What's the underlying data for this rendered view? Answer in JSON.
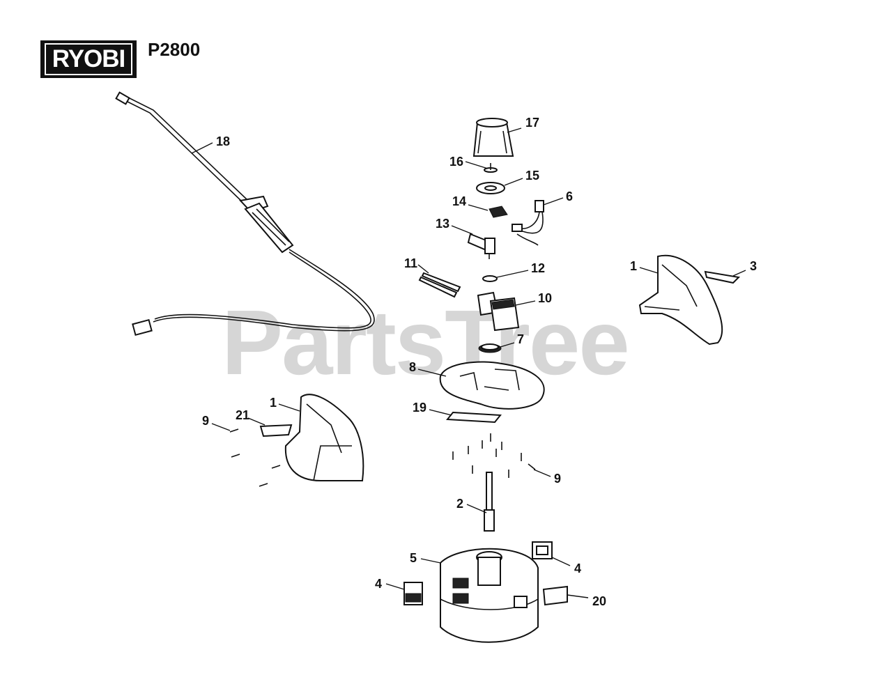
{
  "header": {
    "brand": "RYOBI",
    "model": "P2800"
  },
  "watermark": "PartsTree",
  "callouts": [
    {
      "id": "c18",
      "label": "18"
    },
    {
      "id": "c17",
      "label": "17"
    },
    {
      "id": "c16",
      "label": "16"
    },
    {
      "id": "c15",
      "label": "15"
    },
    {
      "id": "c14",
      "label": "14"
    },
    {
      "id": "c6",
      "label": "6"
    },
    {
      "id": "c13",
      "label": "13"
    },
    {
      "id": "c11",
      "label": "11"
    },
    {
      "id": "c12",
      "label": "12"
    },
    {
      "id": "c10",
      "label": "10"
    },
    {
      "id": "c7",
      "label": "7"
    },
    {
      "id": "c8",
      "label": "8"
    },
    {
      "id": "c1a",
      "label": "1"
    },
    {
      "id": "c3",
      "label": "3"
    },
    {
      "id": "c1b",
      "label": "1"
    },
    {
      "id": "c21",
      "label": "21"
    },
    {
      "id": "c9a",
      "label": "9"
    },
    {
      "id": "c19",
      "label": "19"
    },
    {
      "id": "c9b",
      "label": "9"
    },
    {
      "id": "c2",
      "label": "2"
    },
    {
      "id": "c5",
      "label": "5"
    },
    {
      "id": "c4a",
      "label": "4"
    },
    {
      "id": "c4b",
      "label": "4"
    },
    {
      "id": "c20",
      "label": "20"
    }
  ]
}
